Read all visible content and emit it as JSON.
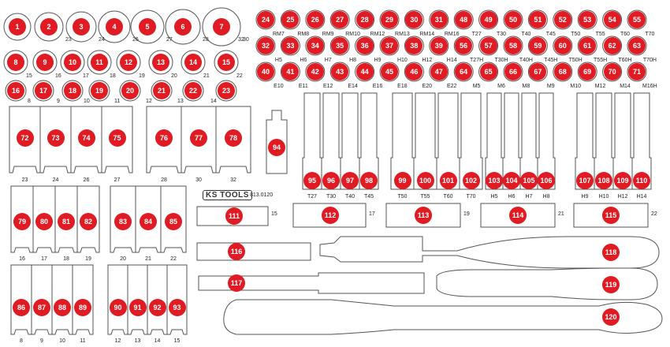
{
  "brand": {
    "logo_text": "KS TOOLS",
    "article_code": "813.0120"
  },
  "sockets_large": [
    {
      "n": "1",
      "size": ""
    },
    {
      "n": "2",
      "size": "23"
    },
    {
      "n": "3",
      "size": "24"
    },
    {
      "n": "4",
      "size": "26"
    },
    {
      "n": "5",
      "size": "27"
    },
    {
      "n": "6",
      "size": "28"
    },
    {
      "n": "7",
      "size": "30"
    },
    {
      "extra_size": "32"
    }
  ],
  "sockets_mid": [
    {
      "n": "8",
      "size": "15"
    },
    {
      "n": "9",
      "size": "16"
    },
    {
      "n": "10",
      "size": "17"
    },
    {
      "n": "11",
      "size": "18"
    },
    {
      "n": "12",
      "size": "19"
    },
    {
      "n": "13",
      "size": "20"
    },
    {
      "n": "14",
      "size": "21"
    },
    {
      "n": "15",
      "size": "22"
    }
  ],
  "sockets_small": [
    {
      "n": "16",
      "size": ""
    },
    {
      "n": "17",
      "size": "8"
    },
    {
      "n": "18",
      "size": "9"
    },
    {
      "n": "19",
      "size": "10"
    },
    {
      "n": "20",
      "size": "11"
    },
    {
      "n": "21",
      "size": "12"
    },
    {
      "n": "22",
      "size": "13"
    },
    {
      "n": "23",
      "size": "14"
    }
  ],
  "bits_row1": [
    {
      "n": "24",
      "size": ""
    },
    {
      "n": "25",
      "size": "RM7"
    },
    {
      "n": "26",
      "size": "RM8"
    },
    {
      "n": "27",
      "size": "RM9"
    },
    {
      "n": "28",
      "size": "RM10"
    },
    {
      "n": "29",
      "size": "RM12"
    },
    {
      "n": "30",
      "size": "RM13"
    },
    {
      "n": "31",
      "size": "RM14"
    },
    {
      "n": "48",
      "size": "RM16"
    },
    {
      "n": "49",
      "size": "T27"
    },
    {
      "n": "50",
      "size": "T30"
    },
    {
      "n": "51",
      "size": "T40"
    },
    {
      "n": "52",
      "size": "T45"
    },
    {
      "n": "53",
      "size": "T50"
    },
    {
      "n": "54",
      "size": "T55"
    },
    {
      "n": "55",
      "size": "T60"
    },
    {
      "n": "",
      "size": "T70"
    }
  ],
  "bits_row2": [
    {
      "n": "32",
      "size": ""
    },
    {
      "n": "33",
      "size": "H5"
    },
    {
      "n": "34",
      "size": "H6"
    },
    {
      "n": "35",
      "size": "H7"
    },
    {
      "n": "36",
      "size": "H8"
    },
    {
      "n": "37",
      "size": "H9"
    },
    {
      "n": "38",
      "size": "H10"
    },
    {
      "n": "39",
      "size": "H12"
    },
    {
      "n": "56",
      "size": "H14"
    },
    {
      "n": "57",
      "size": "T27H"
    },
    {
      "n": "58",
      "size": "T30H"
    },
    {
      "n": "59",
      "size": "T40H"
    },
    {
      "n": "60",
      "size": "T45H"
    },
    {
      "n": "61",
      "size": "T50H"
    },
    {
      "n": "62",
      "size": "T55H"
    },
    {
      "n": "63",
      "size": "T60H"
    },
    {
      "n": "",
      "size": "T70H"
    }
  ],
  "bits_row3": [
    {
      "n": "40",
      "size": ""
    },
    {
      "n": "41",
      "size": "E10"
    },
    {
      "n": "42",
      "size": "E11"
    },
    {
      "n": "43",
      "size": "E12"
    },
    {
      "n": "44",
      "size": "E14"
    },
    {
      "n": "45",
      "size": "E16"
    },
    {
      "n": "46",
      "size": "E18"
    },
    {
      "n": "47",
      "size": "E20"
    },
    {
      "n": "64",
      "size": "E22"
    },
    {
      "n": "65",
      "size": "M5"
    },
    {
      "n": "66",
      "size": "M6"
    },
    {
      "n": "67",
      "size": "M8"
    },
    {
      "n": "68",
      "size": "M9"
    },
    {
      "n": "69",
      "size": "M10"
    },
    {
      "n": "70",
      "size": "M12"
    },
    {
      "n": "71",
      "size": "M14"
    },
    {
      "n": "",
      "size": "M16H"
    }
  ],
  "deep_sockets_a": [
    {
      "n": "72",
      "size": "23"
    },
    {
      "n": "73",
      "size": "24"
    },
    {
      "n": "74",
      "size": "26"
    },
    {
      "n": "75",
      "size": "27"
    }
  ],
  "deep_sockets_b": [
    {
      "n": "76",
      "size": "28"
    },
    {
      "n": "77",
      "size": "30"
    },
    {
      "n": "78",
      "size": "32"
    }
  ],
  "adapter": {
    "n": "94"
  },
  "long_bits_a": [
    {
      "n": "95",
      "size": "T27"
    },
    {
      "n": "96",
      "size": "T30"
    },
    {
      "n": "97",
      "size": "T40"
    },
    {
      "n": "98",
      "size": "T45"
    }
  ],
  "long_bits_b": [
    {
      "n": "99",
      "size": "T50"
    },
    {
      "n": "100",
      "size": "T55"
    },
    {
      "n": "101",
      "size": "T60"
    },
    {
      "n": "102",
      "size": "T70"
    }
  ],
  "long_bits_c": [
    {
      "n": "103",
      "size": "H5"
    },
    {
      "n": "104",
      "size": "H6"
    },
    {
      "n": "105",
      "size": "H7"
    },
    {
      "n": "106",
      "size": "H8"
    }
  ],
  "long_bits_d": [
    {
      "n": "107",
      "size": "H9"
    },
    {
      "n": "108",
      "size": "H10"
    },
    {
      "n": "109",
      "size": "H12"
    },
    {
      "n": "110",
      "size": "H14"
    }
  ],
  "mid_sockets_a": [
    {
      "n": "79",
      "size": "16"
    },
    {
      "n": "80",
      "size": "17"
    },
    {
      "n": "81",
      "size": "18"
    },
    {
      "n": "82",
      "size": "19"
    }
  ],
  "mid_sockets_b": [
    {
      "n": "83",
      "size": "20"
    },
    {
      "n": "84",
      "size": "21"
    },
    {
      "n": "85",
      "size": "22"
    }
  ],
  "small_deep_a": [
    {
      "n": "86",
      "size": "8"
    },
    {
      "n": "87",
      "size": "9"
    },
    {
      "n": "88",
      "size": "10"
    },
    {
      "n": "89",
      "size": "11"
    }
  ],
  "small_deep_b": [
    {
      "n": "90",
      "size": "12"
    },
    {
      "n": "91",
      "size": "13"
    },
    {
      "n": "92",
      "size": "14"
    },
    {
      "n": "93",
      "size": "15"
    }
  ],
  "bit_sockets": [
    {
      "n": "111",
      "size": "15"
    },
    {
      "n": "112",
      "size": "17"
    },
    {
      "n": "113",
      "size": "19"
    },
    {
      "n": "114",
      "size": "21"
    },
    {
      "n": "115",
      "size": "22"
    }
  ],
  "extensions": [
    {
      "n": "116"
    },
    {
      "n": "117"
    }
  ],
  "handles": [
    {
      "n": "118"
    },
    {
      "n": "119"
    },
    {
      "n": "120"
    }
  ]
}
